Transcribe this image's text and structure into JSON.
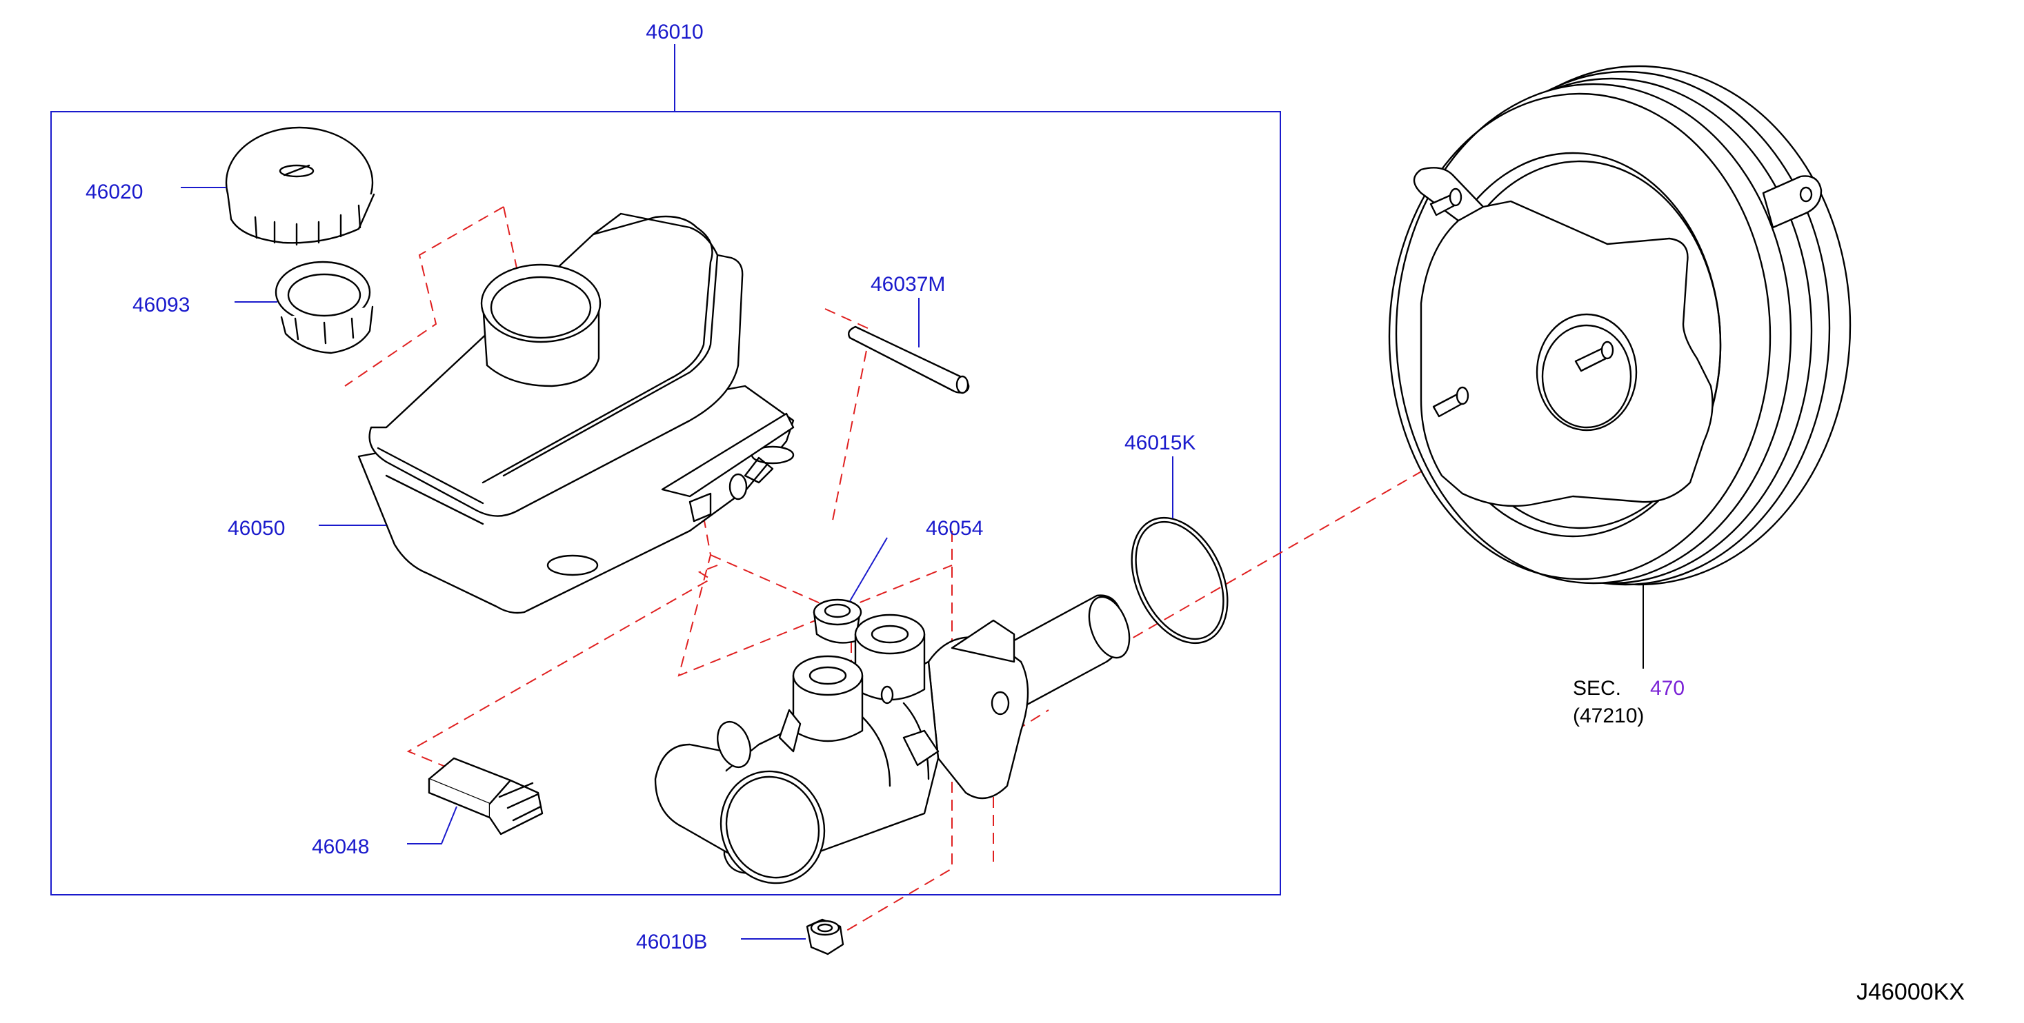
{
  "diagram": {
    "assembly_label": "46010",
    "diagram_ref": "J46000KX",
    "colors": {
      "part_label": "#1a1acc",
      "frame": "#1a1acc",
      "phantom_line": "#e02020",
      "section_link": "#7a22d6",
      "line_art": "#000000"
    },
    "parts": [
      {
        "id": "cap",
        "label": "46020"
      },
      {
        "id": "strainer",
        "label": "46093"
      },
      {
        "id": "reservoir",
        "label": "46050"
      },
      {
        "id": "pin",
        "label": "46037M"
      },
      {
        "id": "grommet",
        "label": "46054"
      },
      {
        "id": "oring",
        "label": "46015K"
      },
      {
        "id": "switch",
        "label": "46048"
      },
      {
        "id": "nut",
        "label": "46010B"
      }
    ],
    "booster": {
      "sec_prefix": "SEC.",
      "sec_number": "470",
      "sub_ref": "(47210)"
    }
  }
}
